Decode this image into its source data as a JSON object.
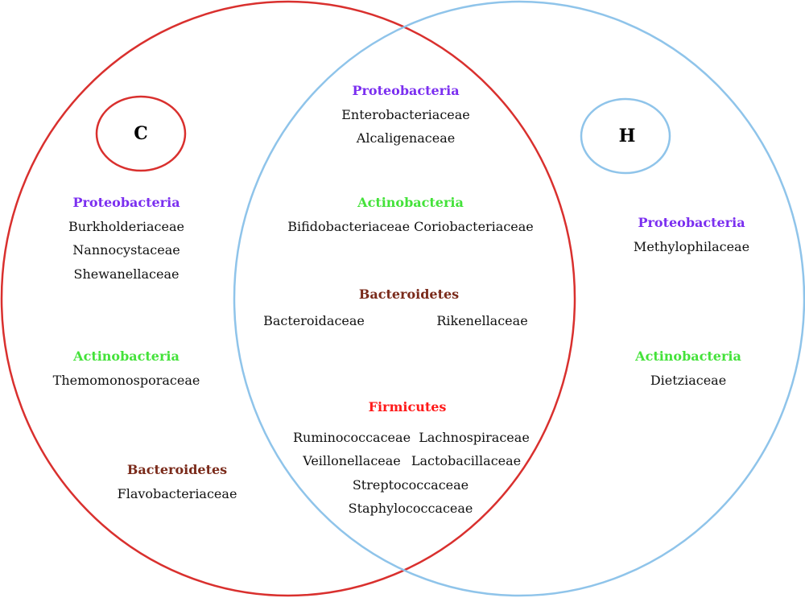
{
  "colors": {
    "c_set": "#d9302e",
    "h_set": "#8fc4ea",
    "proteobacteria": "#7b2ff0",
    "actinobacteria": "#44e23a",
    "bacteroidetes": "#7a2a1a",
    "firmicutes": "#ff1a1a"
  },
  "sets": {
    "c": {
      "label": "C"
    },
    "h": {
      "label": "H"
    }
  },
  "c_only": {
    "proteobacteria": {
      "phylum": "Proteobacteria",
      "families": [
        "Burkholderiaceae",
        "Nannocystaceae",
        "Shewanellaceae"
      ]
    },
    "actinobacteria": {
      "phylum": "Actinobacteria",
      "families": [
        "Themomonosporaceae"
      ]
    },
    "bacteroidetes": {
      "phylum": "Bacteroidetes",
      "families": [
        "Flavobacteriaceae"
      ]
    }
  },
  "shared": {
    "proteobacteria": {
      "phylum": "Proteobacteria",
      "families": [
        "Enterobacteriaceae",
        "Alcaligenaceae"
      ]
    },
    "actinobacteria": {
      "phylum": "Actinobacteria",
      "families": [
        "Bifidobacteriaceae Coriobacteriaceae"
      ]
    },
    "bacteroidetes": {
      "phylum": "Bacteroidetes",
      "families": [
        "Bacteroidaceae",
        "Rikenellaceae"
      ]
    },
    "firmicutes": {
      "phylum": "Firmicutes",
      "families": [
        "Ruminococcaceae",
        "Lachnospiraceae",
        "Veillonellaceae",
        "Lactobacillaceae",
        "Streptococcaceae",
        "Staphylococcaceae"
      ]
    }
  },
  "h_only": {
    "proteobacteria": {
      "phylum": "Proteobacteria",
      "families": [
        "Methylophilaceae"
      ]
    },
    "actinobacteria": {
      "phylum": "Actinobacteria",
      "families": [
        "Dietziaceae"
      ]
    }
  }
}
